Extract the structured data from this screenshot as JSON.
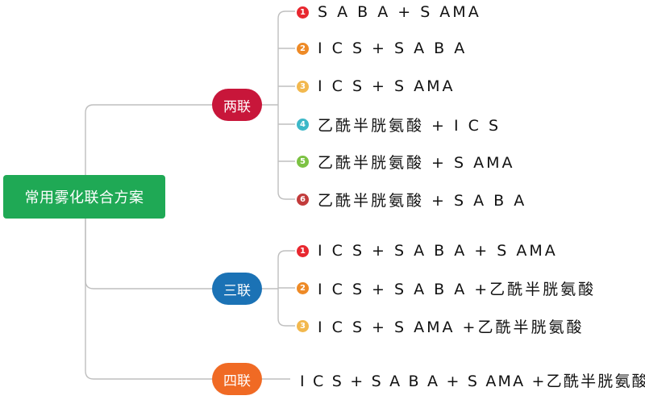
{
  "root": {
    "label": "常用雾化联合方案"
  },
  "groups": [
    {
      "label": "两联",
      "color": "#c8163a",
      "items": [
        {
          "num": "1",
          "text": "S A B A + S AMA",
          "badge_color": "#e8272f"
        },
        {
          "num": "2",
          "text": "I C S + S A B A",
          "badge_color": "#ee8a26"
        },
        {
          "num": "3",
          "text": "I C S + S AMA",
          "badge_color": "#f2b84e"
        },
        {
          "num": "4",
          "text": "乙酰半胱氨酸 + I C S",
          "badge_color": "#3db8c8"
        },
        {
          "num": "5",
          "text": "乙酰半胱氨酸 + S AMA",
          "badge_color": "#7cc243"
        },
        {
          "num": "6",
          "text": "乙酰半胱氨酸 + S A B A",
          "badge_color": "#c23b3b"
        }
      ]
    },
    {
      "label": "三联",
      "color": "#1b72b5",
      "items": [
        {
          "num": "1",
          "text": "I C S + S A B A + S AMA",
          "badge_color": "#e8272f"
        },
        {
          "num": "2",
          "text": "I C S + S A B A  +乙酰半胱氨酸",
          "badge_color": "#ee8a26"
        },
        {
          "num": "3",
          "text": "I C S +  S AMA +乙酰半胱氨酸",
          "badge_color": "#f2b84e"
        }
      ]
    },
    {
      "label": "四联",
      "color": "#f06a24",
      "text": "I C S + S A B A + S AMA +乙酰半胱氨酸"
    }
  ]
}
